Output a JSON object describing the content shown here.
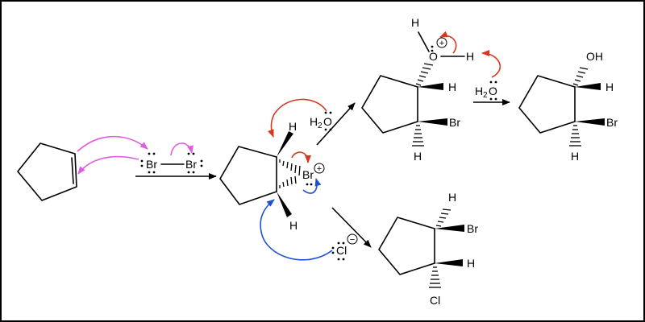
{
  "reagents": {
    "bromine_left_atom": "Br",
    "bromine_right_atom": "Br",
    "water_top": {
      "symbol": "H",
      "subscript": "2",
      "oxygen": "O"
    },
    "water_deprot": {
      "symbol": "H",
      "subscript": "2",
      "oxygen": "O"
    },
    "chloride": {
      "symbol": "Cl",
      "charge": "−"
    }
  },
  "bromonium": {
    "bromine": "Br",
    "charge": "+",
    "hydrogen_top": "H",
    "hydrogen_bottom": "H"
  },
  "oxonium": {
    "hydrogen_left": "H",
    "oxygen": "O",
    "charge": "+",
    "hydrogen_right": "H",
    "ring_h": "H",
    "ring_h_bottom": "H",
    "bromine": "Br"
  },
  "bromohydrin": {
    "hydroxyl": "OH",
    "ring_h": "H",
    "bromine": "Br",
    "ring_h_bottom": "H"
  },
  "chloro_product": {
    "hydrogen_top": "H",
    "bromine": "Br",
    "ring_h": "H",
    "chlorine": "Cl"
  },
  "colors": {
    "arrow_pink": "#e05ce0",
    "arrow_red": "#d9361c",
    "arrow_blue": "#1f4fd4",
    "border": "#000000"
  }
}
